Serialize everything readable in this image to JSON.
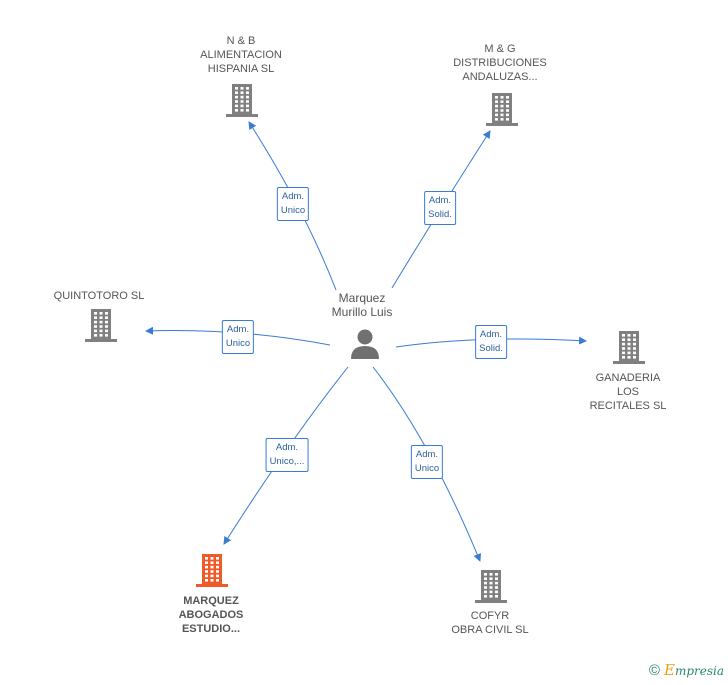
{
  "center": {
    "name_lines": [
      "Marquez",
      "Murillo Luis"
    ]
  },
  "companies": [
    {
      "id": "nb",
      "lines": [
        "N & B",
        "ALIMENTACION",
        "HISPANIA  SL"
      ],
      "role_lines": [
        "Adm.",
        "Unico"
      ],
      "highlight": false
    },
    {
      "id": "mg",
      "lines": [
        "M & G",
        "DISTRIBUCIONES",
        "ANDALUZAS..."
      ],
      "role_lines": [
        "Adm.",
        "Solid."
      ],
      "highlight": false
    },
    {
      "id": "quintotoro",
      "lines": [
        "QUINTOTORO SL"
      ],
      "role_lines": [
        "Adm.",
        "Unico"
      ],
      "highlight": false
    },
    {
      "id": "ganaderia",
      "lines": [
        "GANADERIA",
        "LOS",
        "RECITALES  SL"
      ],
      "role_lines": [
        "Adm.",
        "Solid."
      ],
      "highlight": false
    },
    {
      "id": "marquez",
      "lines": [
        "MARQUEZ",
        "ABOGADOS",
        "ESTUDIO..."
      ],
      "role_lines": [
        "Adm.",
        "Unico,..."
      ],
      "highlight": true
    },
    {
      "id": "cofyr",
      "lines": [
        "COFYR",
        "OBRA CIVIL SL"
      ],
      "role_lines": [
        "Adm.",
        "Unico"
      ],
      "highlight": false
    }
  ],
  "colors": {
    "edge": "#3a7bd5",
    "building": "#808080",
    "building_highlight": "#f05a28",
    "person": "#707070"
  },
  "footer": {
    "copyright": "©",
    "brand_initial": "E",
    "brand_rest": "mpresia"
  }
}
